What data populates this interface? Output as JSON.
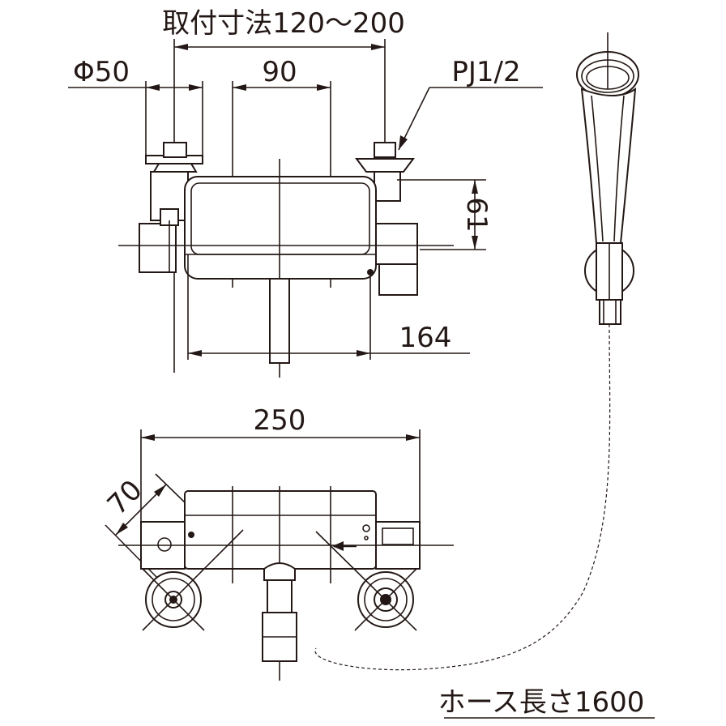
{
  "dimensions": {
    "mounting_pitch": "取付寸法120〜200",
    "phi": "Φ50",
    "center": "90",
    "thread": "PJ1/2",
    "height": "61",
    "depth": "164",
    "width": "250",
    "wall_depth": "70",
    "hose_length": "ホース長さ1600"
  },
  "colors": {
    "ink": "#231815",
    "background": "#ffffff"
  }
}
